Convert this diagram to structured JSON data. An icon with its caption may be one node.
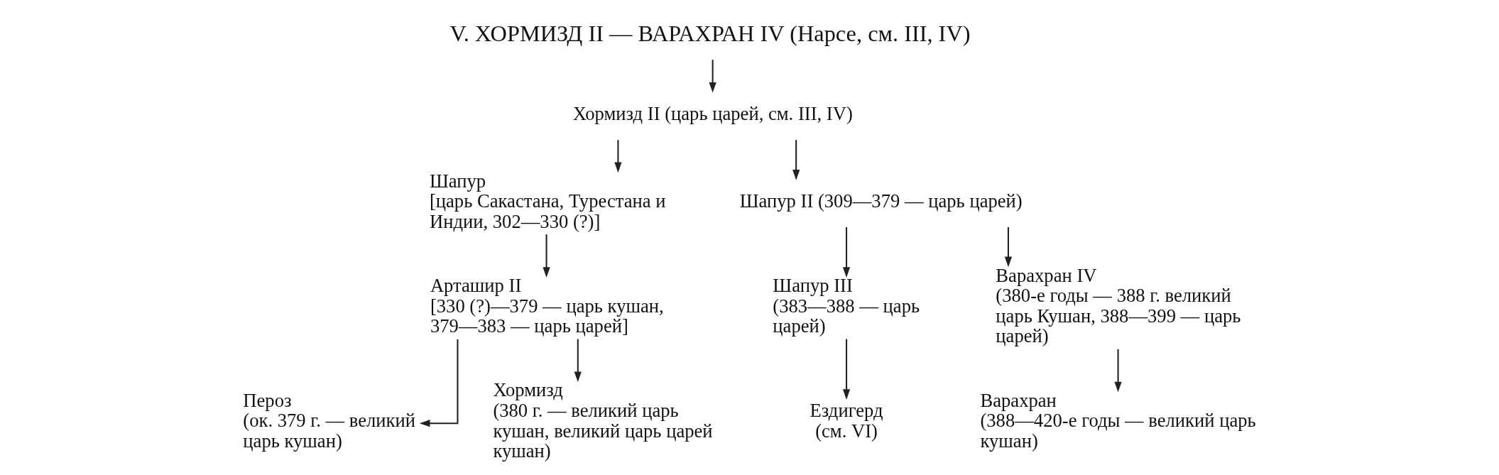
{
  "diagram": {
    "nodes": [
      {
        "text": [
          "V. ХОРМИЗД II — ВАРАХРАН IV (Нарсе, см. III, IV)"
        ]
      },
      {
        "text": [
          "Хормизд II (царь царей, см. III, IV)"
        ]
      },
      {
        "text": [
          "Шапур",
          "[царь Сакастана, Турестана и Индии, 302—330 (?)]"
        ]
      },
      {
        "text": [
          "Шапур II (309—379 — царь царей)"
        ]
      },
      {
        "text": [
          "Арташир II",
          "[330 (?)—379 — царь кушан, 379—383 — царь царей]"
        ]
      },
      {
        "text": [
          "Шапур III",
          "(383—388 — царь царей)"
        ]
      },
      {
        "text": [
          "Варахран IV",
          "(380-е годы — 388 г. великий царь Кушан, 388—399 — царь царей)"
        ]
      },
      {
        "text": [
          "Пероз",
          "(ок. 379 г. — великий царь кушан)"
        ]
      },
      {
        "text": [
          "Хормизд",
          "(380 г. — великий царь кушан, великий царь царей кушан)"
        ]
      },
      {
        "text": [
          "Ездигерд",
          "(см. VI)"
        ]
      },
      {
        "text": [
          "Варахран",
          "(388—420-е годы — великий царь кушан)"
        ]
      }
    ],
    "edges": [
      {
        "from": 0,
        "to": 1,
        "arrow": "to"
      },
      {
        "from": 1,
        "to": 2,
        "arrow": "to"
      },
      {
        "from": 1,
        "to": 3,
        "arrow": "to"
      },
      {
        "from": 2,
        "to": 4,
        "arrow": "to"
      },
      {
        "from": 3,
        "to": 5,
        "arrow": "to"
      },
      {
        "from": 3,
        "to": 6,
        "arrow": "to"
      },
      {
        "from": 4,
        "to": 7,
        "arrow": "to"
      },
      {
        "from": 4,
        "to": 8,
        "arrow": "to"
      },
      {
        "from": 5,
        "to": 9,
        "arrow": "to"
      },
      {
        "from": 6,
        "to": 10,
        "arrow": "to"
      }
    ]
  }
}
